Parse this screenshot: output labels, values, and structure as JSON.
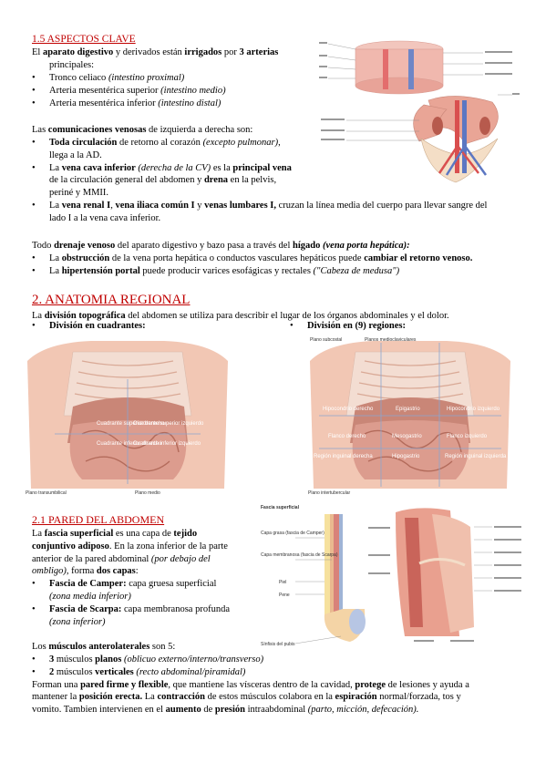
{
  "s15": {
    "title": "1.5 ASPECTOS CLAVE",
    "intro": [
      {
        "t": "El "
      },
      {
        "t": "aparato digestivo",
        "b": 1
      },
      {
        "t": " y derivados están "
      },
      {
        "t": "irrigados",
        "b": 1
      },
      {
        "t": " por "
      },
      {
        "t": "3 arterias",
        "b": 1
      }
    ],
    "intro2": "principales:",
    "arteries": [
      [
        {
          "t": "Tronco celiaco "
        },
        {
          "t": "(intestino proximal)",
          "i": 1
        }
      ],
      [
        {
          "t": "Arteria mesentérica superior "
        },
        {
          "t": "(intestino medio)",
          "i": 1
        }
      ],
      [
        {
          "t": "Arteria mesentérica inferior "
        },
        {
          "t": "(intestino distal)",
          "i": 1
        }
      ]
    ],
    "venous_intro": [
      {
        "t": "Las "
      },
      {
        "t": "comunicaciones venosas",
        "b": 1
      },
      {
        "t": " de izquierda a derecha son:"
      }
    ],
    "venous": [
      {
        "l": [
          {
            "t": "Toda circulación",
            "b": 1
          },
          {
            "t": " de retorno al corazón "
          },
          {
            "t": "(excepto pulmonar)",
            "i": 1
          },
          {
            "t": ","
          }
        ],
        "s": [
          [
            {
              "t": "llega a la AD."
            }
          ]
        ]
      },
      {
        "l": [
          {
            "t": "La "
          },
          {
            "t": "vena cava inferior",
            "b": 1
          },
          {
            "t": " "
          },
          {
            "t": "(derecha de la CV)",
            "i": 1
          },
          {
            "t": " es la "
          },
          {
            "t": "principal vena",
            "b": 1
          }
        ],
        "s": [
          [
            {
              "t": "de la circulación general del abdomen y "
            },
            {
              "t": "drena",
              "b": 1
            },
            {
              "t": " en la pelvis,"
            }
          ],
          [
            {
              "t": "periné y MMII."
            }
          ]
        ]
      },
      {
        "l": [
          {
            "t": "La "
          },
          {
            "t": "vena renal I",
            "b": 1
          },
          {
            "t": ", "
          },
          {
            "t": "vena iliaca común I",
            "b": 1
          },
          {
            "t": " y "
          },
          {
            "t": "venas lumbares I,",
            "b": 1
          },
          {
            "t": " cruzan la línea media del cuerpo para llevar sangre del"
          }
        ],
        "s": [
          [
            {
              "t": "lado I a la vena cava inferior."
            }
          ]
        ]
      }
    ],
    "drain_intro": [
      {
        "t": "Todo "
      },
      {
        "t": "drenaje venoso",
        "b": 1
      },
      {
        "t": " del aparato digestivo y bazo pasa a través del "
      },
      {
        "t": "hígado",
        "b": 1
      },
      {
        "t": " "
      },
      {
        "t": "(vena porta hepática):",
        "b": 1,
        "i": 1
      }
    ],
    "drain": [
      [
        {
          "t": "La "
        },
        {
          "t": "obstrucción",
          "b": 1
        },
        {
          "t": " de la vena porta hepática o conductos vasculares hepáticos puede "
        },
        {
          "t": "cambiar el retorno venoso.",
          "b": 1
        }
      ],
      [
        {
          "t": "La "
        },
        {
          "t": "hipertensión portal",
          "b": 1
        },
        {
          "t": " puede producir varices esofágicas y rectales "
        },
        {
          "t": "(\"Cabeza de medusa\")",
          "i": 1
        }
      ]
    ]
  },
  "s2": {
    "title": "2. ANATOMIA REGIONAL",
    "intro": [
      {
        "t": "La "
      },
      {
        "t": "división topográfica",
        "b": 1
      },
      {
        "t": " del abdomen se utiliza para describir el lugar de los órganos abdominales y el dolor."
      }
    ],
    "div_left": [
      {
        "t": "División en cuadrantes:",
        "b": 1
      }
    ],
    "div_right": [
      {
        "t": "División en (9) regiones:",
        "b": 1
      }
    ]
  },
  "fig_quadrants": {
    "labels": [
      "Cuadrante superior derecho",
      "Cuadrante superior izquierdo",
      "Cuadrante inferior derecho",
      "Cuadrante inferior izquierdo"
    ],
    "plane_left": "Plano transumbilical",
    "plane_right": "Plano medio"
  },
  "fig_regions": {
    "top_left": "Plano subcostal",
    "top_right": "Planos medioclaviculares",
    "labels": [
      "Hipocondrio derecho",
      "Epigastrio",
      "Hipocondrio izquierdo",
      "Flanco derecho",
      "Mesogastrio",
      "Flanco izquierdo",
      "Región inguinal derecha",
      "Hipogastrio",
      "Región inguinal izquierda"
    ],
    "bottom": "Plano intertubercular"
  },
  "s21": {
    "title": "2.1 PARED DEL ABDOMEN",
    "para": [
      [
        {
          "t": "La "
        },
        {
          "t": "fascia superficial",
          "b": 1
        },
        {
          "t": " es una capa de "
        },
        {
          "t": "tejido",
          "b": 1
        }
      ],
      [
        {
          "t": "conjuntivo adiposo",
          "b": 1
        },
        {
          "t": ". En la zona inferior de la parte"
        }
      ],
      [
        {
          "t": "anterior de la pared abdominal "
        },
        {
          "t": "(por debajo del",
          "i": 1
        }
      ],
      [
        {
          "t": "ombligo)",
          "i": 1
        },
        {
          "t": ", forma "
        },
        {
          "t": "dos capas",
          "b": 1
        },
        {
          "t": ":"
        }
      ]
    ],
    "fascias": [
      {
        "l": [
          {
            "t": "Fascia de Camper:",
            "b": 1
          },
          {
            "t": " capa gruesa superficial"
          }
        ],
        "s": [
          [
            {
              "t": "(zona media inferior)",
              "i": 1
            }
          ]
        ]
      },
      {
        "l": [
          {
            "t": "Fascia de Scarpa:",
            "b": 1
          },
          {
            "t": " capa membranosa profunda"
          }
        ],
        "s": [
          [
            {
              "t": "(zona inferior)",
              "i": 1
            }
          ]
        ]
      }
    ],
    "muscles_intro": [
      {
        "t": "Los "
      },
      {
        "t": "músculos anterolaterales",
        "b": 1
      },
      {
        "t": " son 5:"
      }
    ],
    "muscles": [
      [
        {
          "t": "3",
          "b": 1
        },
        {
          "t": " músculos "
        },
        {
          "t": "planos",
          "b": 1
        },
        {
          "t": " "
        },
        {
          "t": "(oblicuo externo/interno/transverso)",
          "i": 1
        }
      ],
      [
        {
          "t": "2",
          "b": 1
        },
        {
          "t": " músculos "
        },
        {
          "t": "verticales",
          "b": 1
        },
        {
          "t": " "
        },
        {
          "t": "(recto abdominal/piramidal)",
          "i": 1
        }
      ]
    ],
    "closing": [
      [
        {
          "t": "Forman una "
        },
        {
          "t": "pared firme y flexible",
          "b": 1
        },
        {
          "t": ", que mantiene las vísceras dentro de la cavidad, "
        },
        {
          "t": "protege",
          "b": 1
        },
        {
          "t": " de lesiones y ayuda a"
        }
      ],
      [
        {
          "t": "mantener la "
        },
        {
          "t": "posición erecta.",
          "b": 1
        },
        {
          "t": " La "
        },
        {
          "t": "contracción",
          "b": 1
        },
        {
          "t": " de estos músculos colabora en la "
        },
        {
          "t": "espiración",
          "b": 1
        },
        {
          "t": " normal/forzada, tos y"
        }
      ],
      [
        {
          "t": "vomito. Tambien intervienen en el "
        },
        {
          "t": "aumento",
          "b": 1
        },
        {
          "t": " de "
        },
        {
          "t": "presión",
          "b": 1
        },
        {
          "t": " intraabdominal "
        },
        {
          "t": "(parto, micción, defecación).",
          "i": 1
        }
      ]
    ]
  },
  "fig_wall": {
    "title": "Fascia superficial",
    "labels": [
      "Capa grasa (fascia de Camper)",
      "Capa membranosa (fascia de Scarpa)",
      "Piel",
      "Pene",
      "Sínfisis del pubis"
    ]
  }
}
